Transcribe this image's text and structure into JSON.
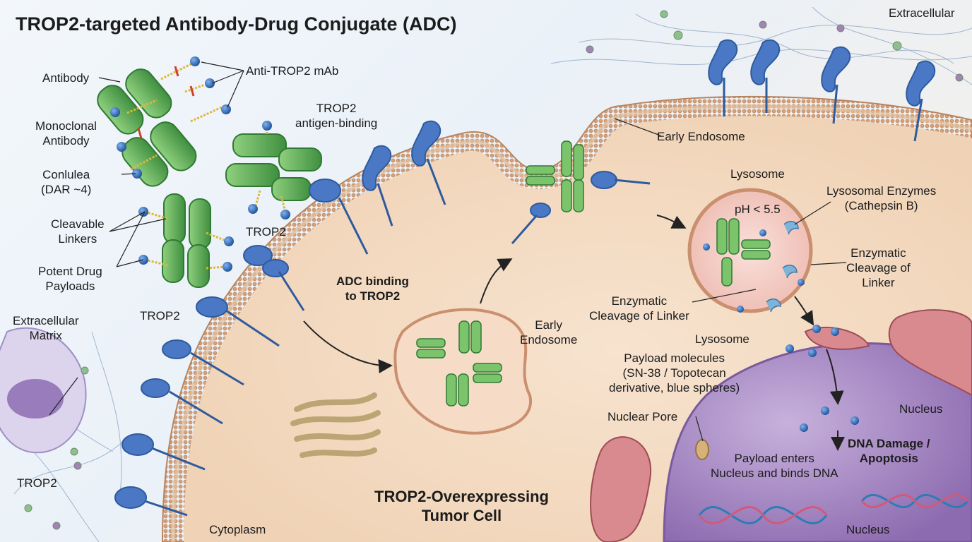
{
  "title": "TROP2-targeted Antibody-Drug Conjugate (ADC)",
  "labels": {
    "extracellular_top": "Extracellular",
    "antibody": "Antibody",
    "anti_trop2_mab": "Anti-TROP2 mAb",
    "monoclonal_antibody": "Monoclonal\nAntibody",
    "conlulea": "Conlulea\n(DAR ~4)",
    "trop2_antigen_binding": "TROP2\nantigen-binding",
    "cleavable_linkers": "Cleavable\nLinkers",
    "potent_drug_payloads": "Potent Drug\nPayloads",
    "trop2_membrane": "TROP2",
    "trop2_left": "TROP2",
    "extracellular_matrix": "Extracellular\nMatrix",
    "trop2_bottom_left": "TROP2",
    "adc_binding": "ADC binding\nto TROP2",
    "early_endosome_top": "Early Endosome",
    "early_endosome_mid": "Early\nEndosome",
    "lysosome_title": "Lysosome",
    "ph": "pH < 5.5",
    "lysosomal_enzymes": "Lysosomal Enzymes\n(Cathepsin B)",
    "enzymatic_cleavage_right": "Enzymatic\nCleavage of\nLinker",
    "enzymatic_cleavage_left": "Enzymatic\nCleavage of Linker",
    "lysosome_below": "Lysosome",
    "payload_molecules": "Payload molecules\n(SN-38 / Topotecan\nderivative, blue spheres)",
    "nuclear_pore": "Nuclear Pore",
    "nucleus_right": "Nucleus",
    "dna_damage": "DNA Damage /\nApoptosis",
    "payload_enters": "Payload enters\nNucleus and binds DNA",
    "tumor_cell": "TROP2-Overexpressing\nTumor Cell",
    "cytoplasm": "Cytoplasm",
    "nucleus_bottom": "Nucleus"
  },
  "colors": {
    "antibody_green": "#5fae5a",
    "payload_blue": "#2f6fc0",
    "trop2_blue": "#4a78c4",
    "linker_red": "#d0402f",
    "linker_yellow": "#e0b63a",
    "cytoplasm": "#f4dcc4",
    "membrane": "#d9a77a",
    "lysosome": "#f3cfc8",
    "nucleus": "#b79ad0",
    "mitochondria": "#d98a8f",
    "golgi": "#cdb98d"
  }
}
